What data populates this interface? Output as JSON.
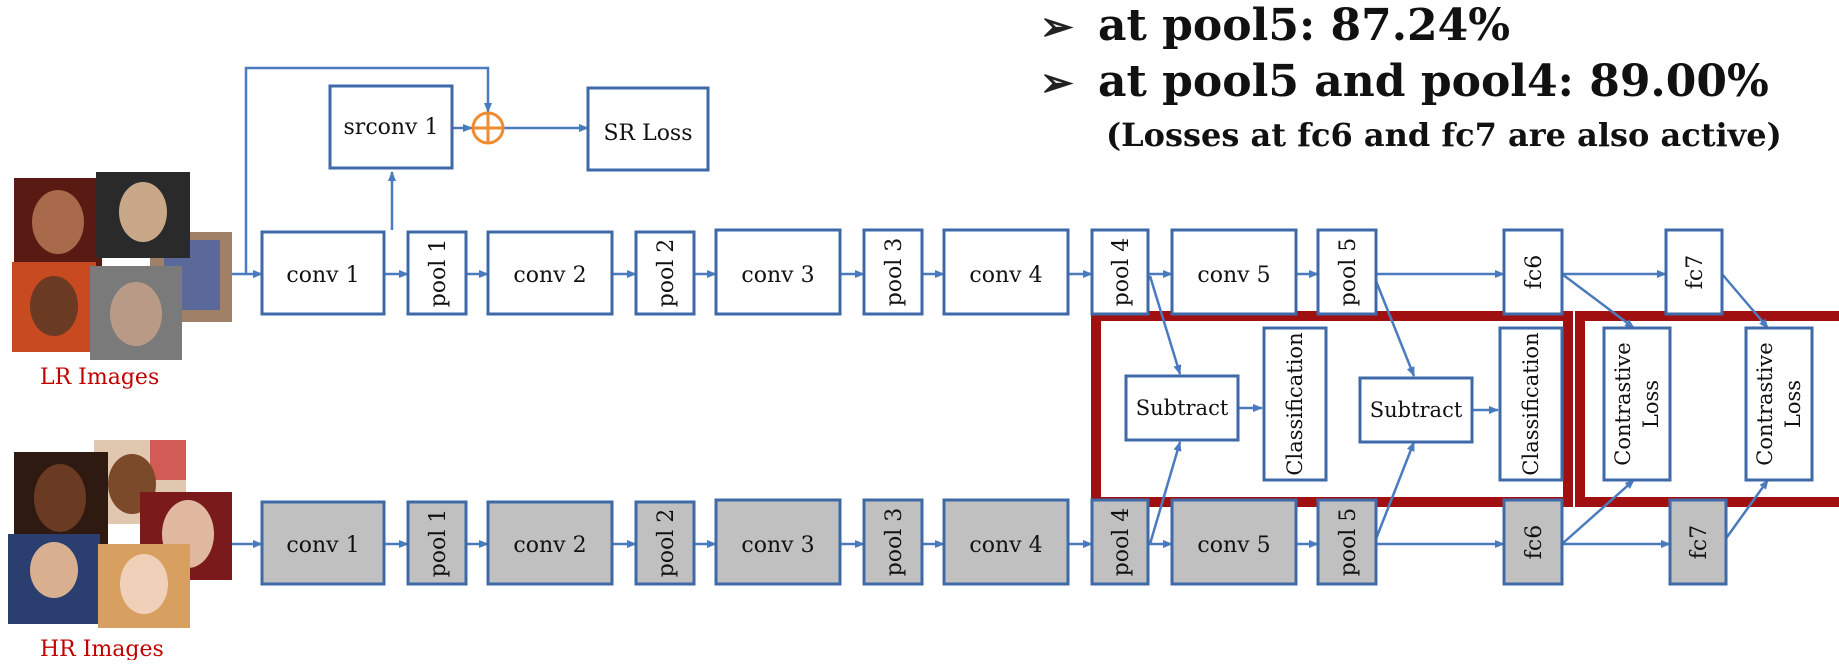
{
  "bullets": {
    "b1": "at pool5: 87.24%",
    "b2": "at pool5 and pool4: 89.00%",
    "note": "(Losses at  fc6 and fc7 are also active)",
    "marker": "➢"
  },
  "sr_branch": {
    "srconv": "srconv 1",
    "sr_loss": "SR Loss"
  },
  "lr_row": {
    "conv1": "conv 1",
    "pool1": "pool 1",
    "conv2": "conv 2",
    "pool2": "pool 2",
    "conv3": "conv 3",
    "pool3": "pool 3",
    "conv4": "conv 4",
    "pool4": "pool 4",
    "conv5": "conv 5",
    "pool5": "pool 5",
    "fc6": "fc6",
    "fc7": "fc7"
  },
  "hr_row": {
    "conv1": "conv 1",
    "pool1": "pool 1",
    "conv2": "conv 2",
    "pool2": "pool 2",
    "conv3": "conv 3",
    "pool3": "pool 3",
    "conv4": "conv 4",
    "pool4": "pool 4",
    "conv5": "conv 5",
    "pool5": "pool 5",
    "fc6": "fc6",
    "fc7": "fc7"
  },
  "middle": {
    "subtract1": "Subtract",
    "classification1": "Classification",
    "subtract2": "Subtract",
    "classification2": "Classification",
    "contrastive1": [
      "Contrastive",
      "Loss"
    ],
    "contrastive2": [
      "Contrastive",
      "Loss"
    ]
  },
  "labels": {
    "lr_images": "LR Images",
    "hr_images": "HR Images"
  },
  "colors": {
    "box_stroke": "#3f6aa8",
    "arrow": "#4a7bbf",
    "hr_fill": "#c0c0c0",
    "highlight": "#a01010",
    "label_red": "#c00000",
    "sum_node": "#f08a30"
  }
}
